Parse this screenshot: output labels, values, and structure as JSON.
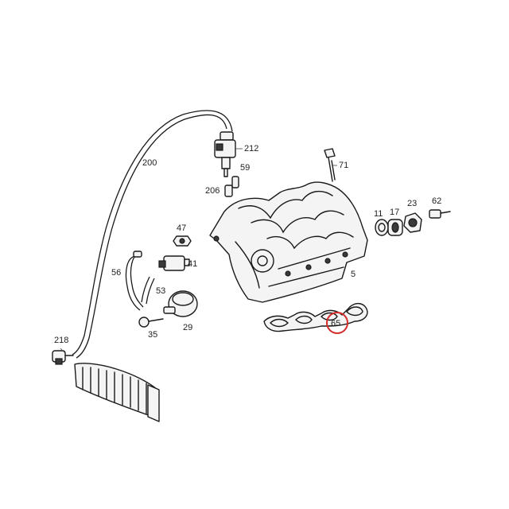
{
  "diagram": {
    "callouts": {
      "p218": "218",
      "p200": "200",
      "p212": "212",
      "p59": "59",
      "p206": "206",
      "p71": "71",
      "p47": "47",
      "p41": "41",
      "p56": "56",
      "p53": "53",
      "p29": "29",
      "p35": "35",
      "p11": "11",
      "p17": "17",
      "p23": "23",
      "p62": "62",
      "p5": "5",
      "p65": "65"
    },
    "highlight_color": "#d42a2a"
  }
}
